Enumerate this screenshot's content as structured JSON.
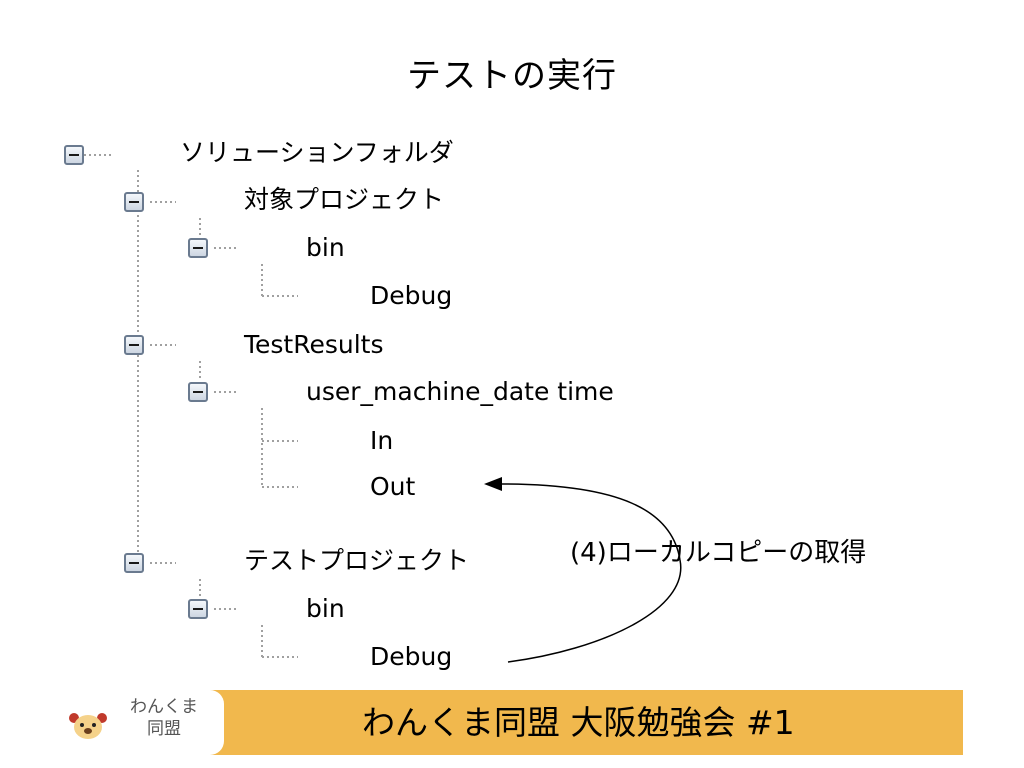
{
  "slide": {
    "title": "テストの実行"
  },
  "tree": {
    "solution_folder": "ソリューションフォルダ",
    "target_project": "対象プロジェクト",
    "target_bin": "bin",
    "target_debug": "Debug",
    "test_results": "TestResults",
    "run_folder": "user_machine_date time",
    "in_folder": "In",
    "out_folder": "Out",
    "test_project": "テストプロジェクト",
    "test_bin": "bin",
    "test_debug": "Debug"
  },
  "annotation": {
    "label": "(4)ローカルコピーの取得"
  },
  "footer": {
    "logo_line1": "わんくま",
    "logo_line2": "同盟",
    "text": "わんくま同盟 大阪勉強会 #1"
  },
  "colors": {
    "footer_bg": "#f1b84d",
    "tree_guides": "#a0a0a0",
    "expander_border": "#6a7a8f"
  }
}
